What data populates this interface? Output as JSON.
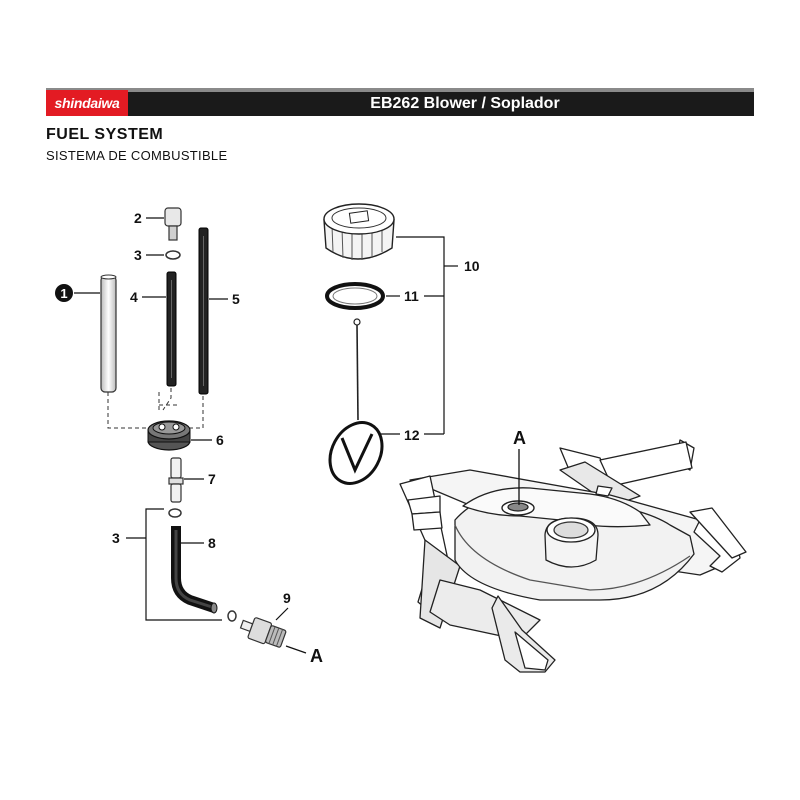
{
  "header": {
    "brand": "shindaiwa",
    "title": "EB262 Blower / Soplador"
  },
  "section": {
    "title": "FUEL SYSTEM",
    "subtitle": "SISTEMA DE COMBUSTIBLE"
  },
  "callouts": {
    "c1": "1",
    "c2": "2",
    "c3a": "3",
    "c3b": "3",
    "c4": "4",
    "c5": "5",
    "c6": "6",
    "c7": "7",
    "c8": "8",
    "c9": "9",
    "c10": "10",
    "c11": "11",
    "c12": "12",
    "refA1": "A",
    "refA2": "A"
  },
  "colors": {
    "brand_red": "#e31b23",
    "banner_black": "#1a1a1a",
    "banner_gray": "#8a8a8a"
  }
}
